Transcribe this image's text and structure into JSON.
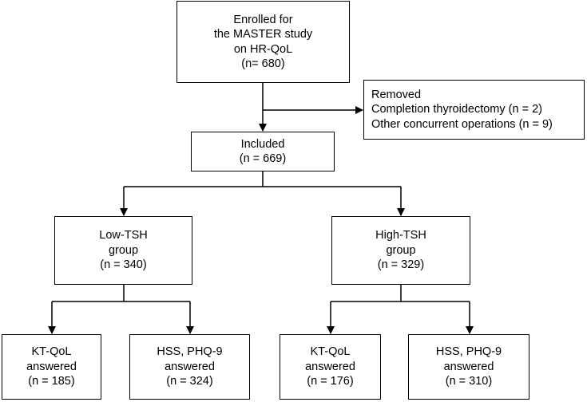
{
  "flowchart": {
    "enrolled": {
      "lines": [
        "Enrolled for",
        "the MASTER study",
        "on HR-QoL",
        "(n= 680)"
      ]
    },
    "removed": {
      "lines": [
        "Removed",
        "Completion thyroidectomy (n = 2)",
        "Other concurrent operations (n = 9)"
      ]
    },
    "included": {
      "lines": [
        "Included",
        "(n = 669)"
      ]
    },
    "low_tsh": {
      "lines": [
        "Low-TSH",
        "group",
        "(n = 340)"
      ]
    },
    "high_tsh": {
      "lines": [
        "High-TSH",
        "group",
        "(n = 329)"
      ]
    },
    "low_ktqol": {
      "lines": [
        "KT-QoL",
        "answered",
        "(n = 185)"
      ]
    },
    "low_hss": {
      "lines": [
        "HSS, PHQ-9",
        "answered",
        "(n = 324)"
      ]
    },
    "high_ktqol": {
      "lines": [
        "KT-QoL",
        "answered",
        "(n = 176)"
      ]
    },
    "high_hss": {
      "lines": [
        "HSS, PHQ-9",
        "answered",
        "(n = 310)"
      ]
    }
  }
}
